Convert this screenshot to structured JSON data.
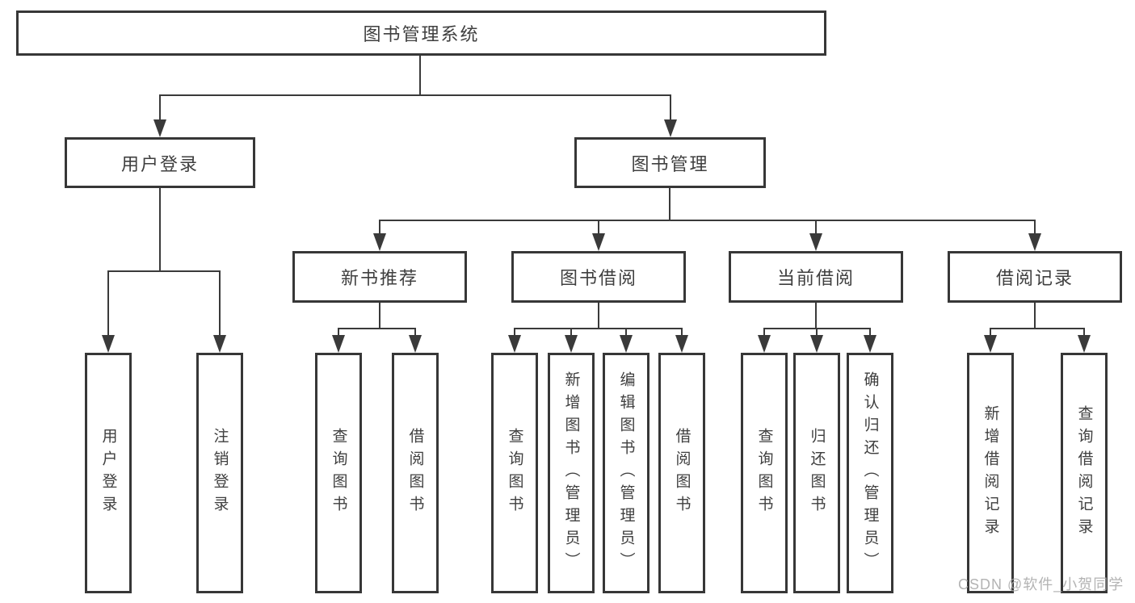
{
  "tree": {
    "root": "图书管理系统",
    "children": [
      {
        "label": "用户登录",
        "children": [
          {
            "label": "用户登录"
          },
          {
            "label": "注销登录"
          }
        ]
      },
      {
        "label": "图书管理",
        "children": [
          {
            "label": "新书推荐",
            "children": [
              {
                "label": "查询图书"
              },
              {
                "label": "借阅图书"
              }
            ]
          },
          {
            "label": "图书借阅",
            "children": [
              {
                "label": "查询图书"
              },
              {
                "label": "新增图书（管理员）"
              },
              {
                "label": "编辑图书（管理员）"
              },
              {
                "label": "借阅图书"
              }
            ]
          },
          {
            "label": "当前借阅",
            "children": [
              {
                "label": "查询图书"
              },
              {
                "label": "归还图书"
              },
              {
                "label": "确认归还（管理员）"
              }
            ]
          },
          {
            "label": "借阅记录",
            "children": [
              {
                "label": "新增借阅记录"
              },
              {
                "label": "查询借阅记录"
              }
            ]
          }
        ]
      }
    ]
  },
  "watermark": {
    "text": "CSDN @软件_小贺同学"
  },
  "colors": {
    "line": "#3a3a3a",
    "border": "#373737",
    "text": "#3f3f3f",
    "background": "#ffffff",
    "watermark": "#ababab"
  }
}
